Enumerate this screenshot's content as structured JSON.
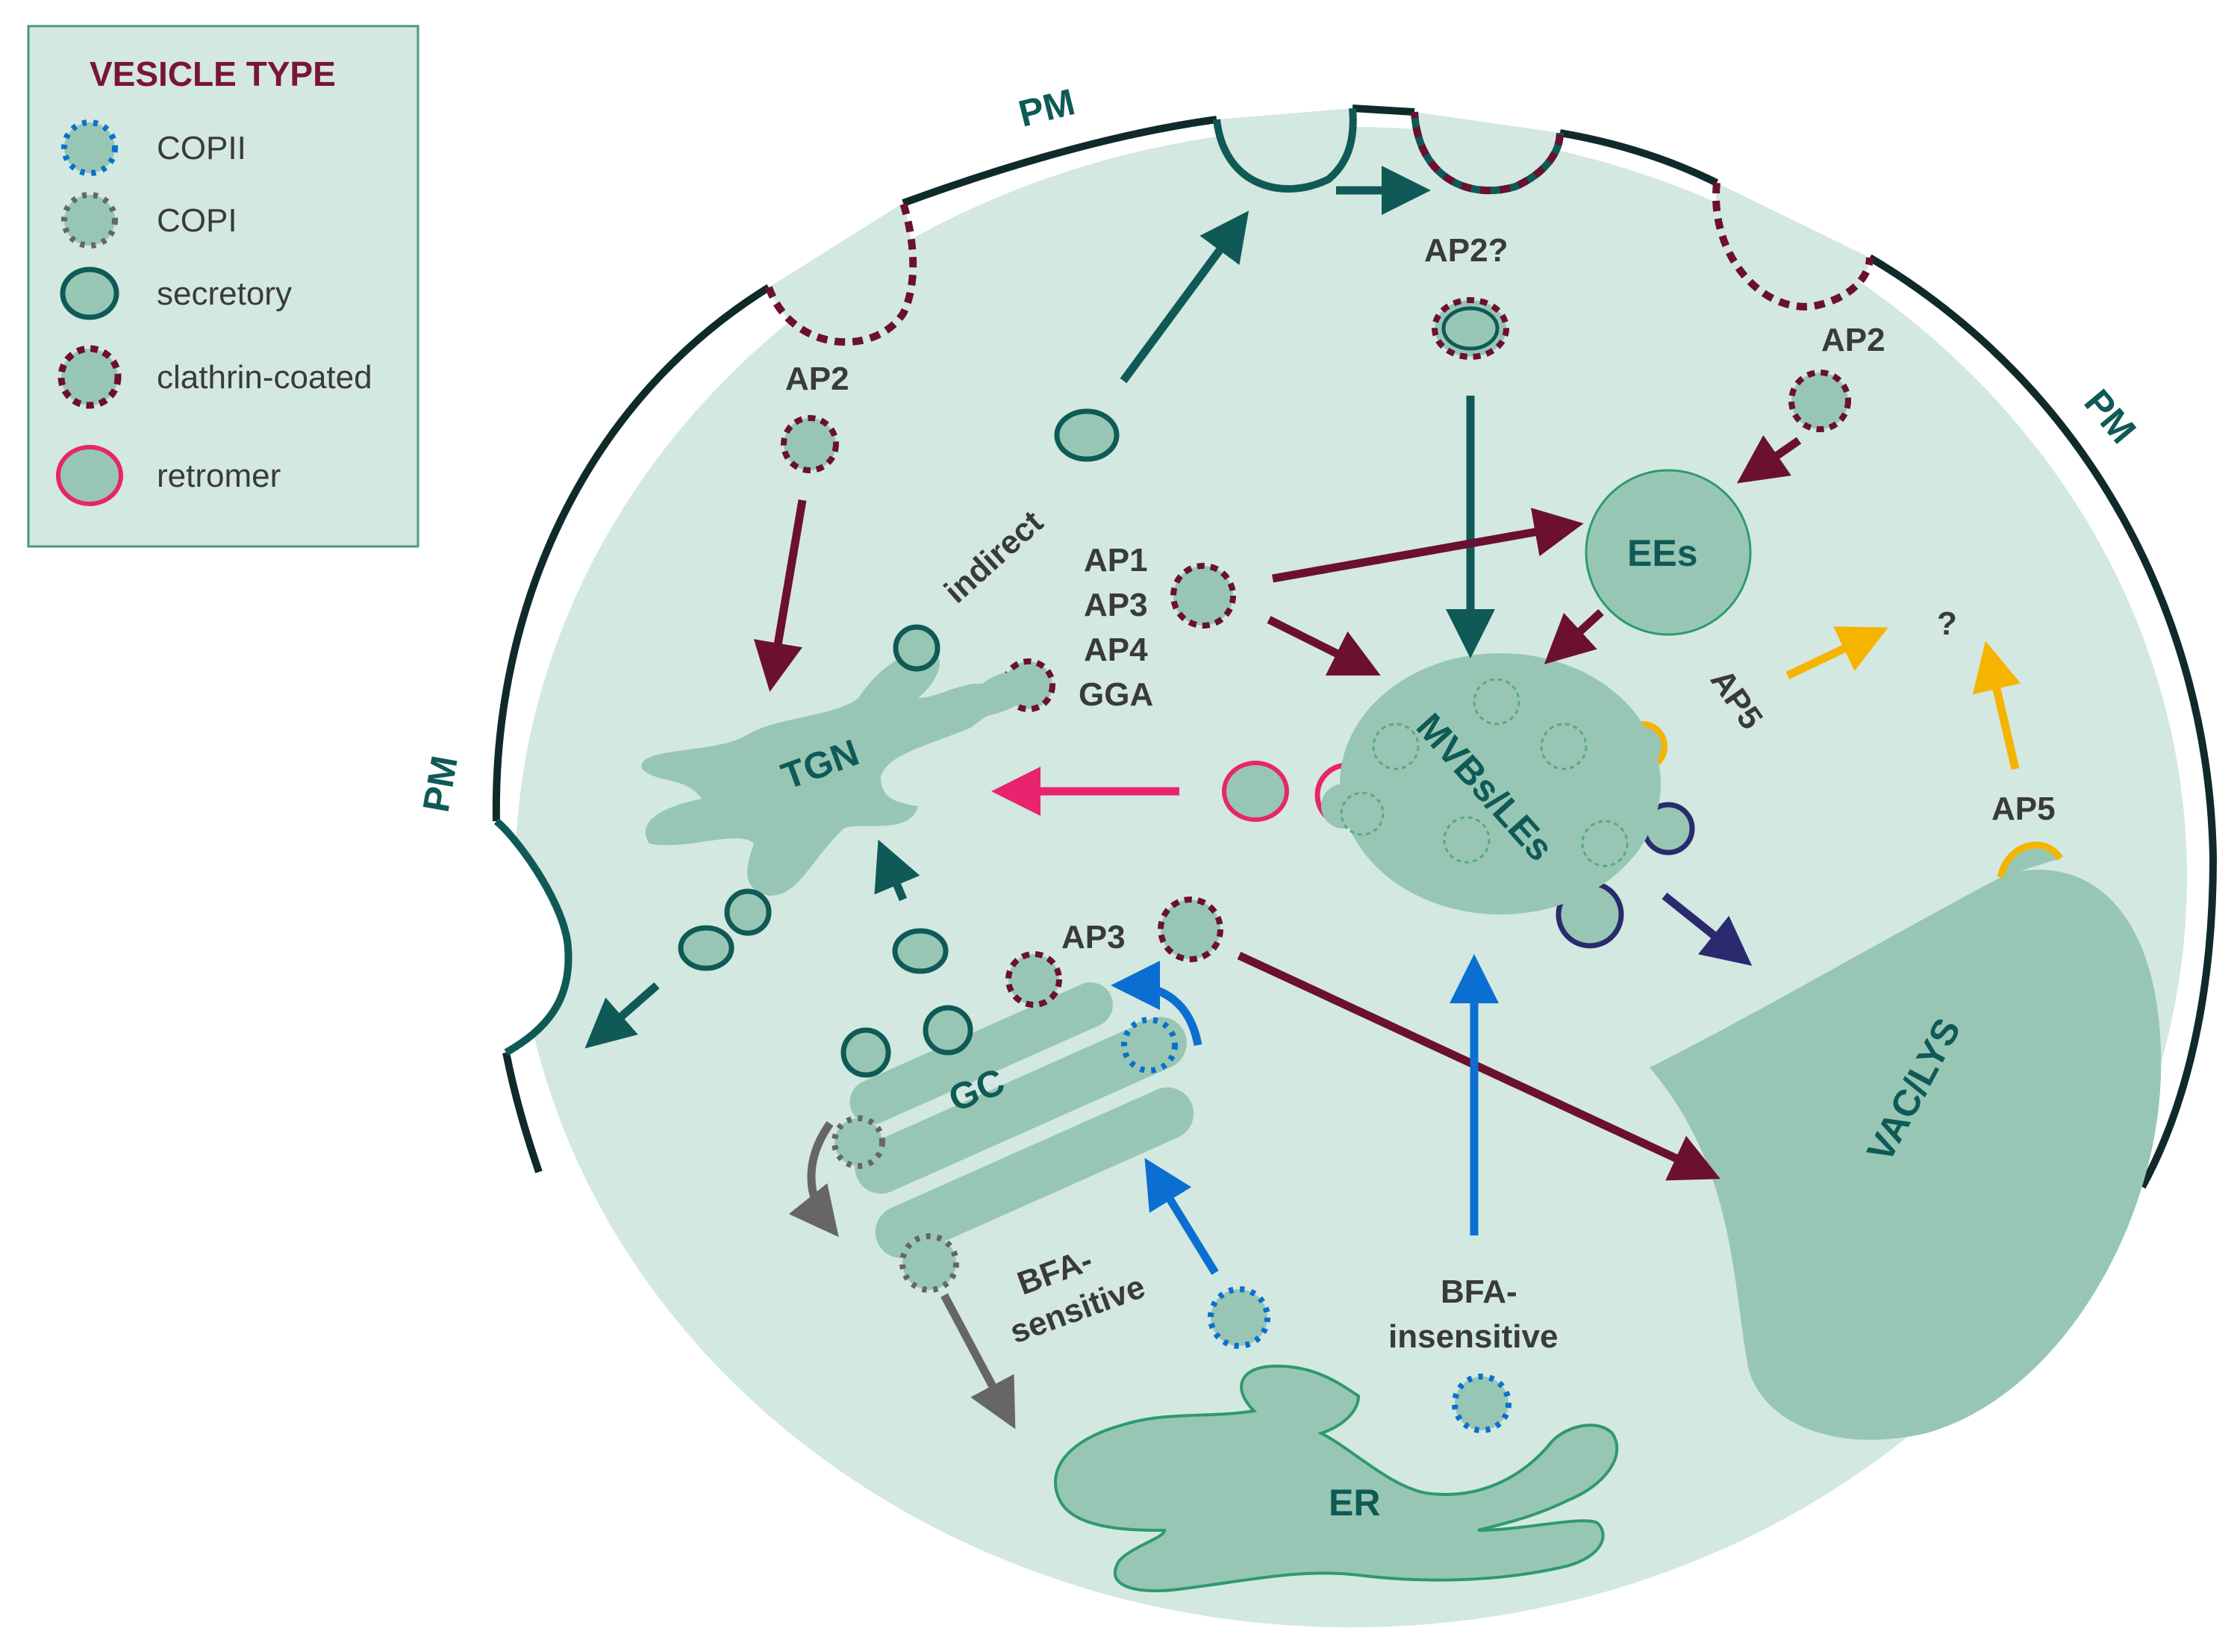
{
  "legend": {
    "title": "VESICLE TYPE",
    "items": [
      {
        "label": "COPII",
        "kind": "copii"
      },
      {
        "label": "COPI",
        "kind": "copi"
      },
      {
        "label": "secretory",
        "kind": "secretory"
      },
      {
        "label": "clathrin-coated",
        "kind": "clathrin"
      },
      {
        "label": "retromer",
        "kind": "retromer"
      }
    ]
  },
  "labels": {
    "pm_top": "PM",
    "pm_right": "PM",
    "pm_left": "PM",
    "ap2_left": "AP2",
    "ap2_q": "AP2?",
    "ap2_right": "AP2",
    "indirect": "indirect",
    "ap1": "AP1",
    "ap3_top": "AP3",
    "ap4": "AP4",
    "gga": "GGA",
    "ap3_golgi": "AP3",
    "ap5_arrow": "AP5",
    "ap5_vac": "AP5",
    "question": "?",
    "bfa_sensitive_1": "BFA-",
    "bfa_sensitive_2": "sensitive",
    "bfa_insensitive_1": "BFA-",
    "bfa_insensitive_2": "insensitive"
  },
  "organelles": {
    "tgn": "TGN",
    "ees": "EEs",
    "mvb": "MVBs/LEs",
    "vac": "VAC/LYS",
    "gc": "GC",
    "er": "ER"
  },
  "colors": {
    "cell_fill": "#d3e8e0",
    "organelle_fill": "#97c7b4",
    "teal": "#0f5a57",
    "clathrin": "#6b1030",
    "retromer": "#e8246e",
    "copii": "#0a6fd0",
    "copi": "#666666",
    "ap5": "#f5b400",
    "navy": "#2b2a6e"
  }
}
